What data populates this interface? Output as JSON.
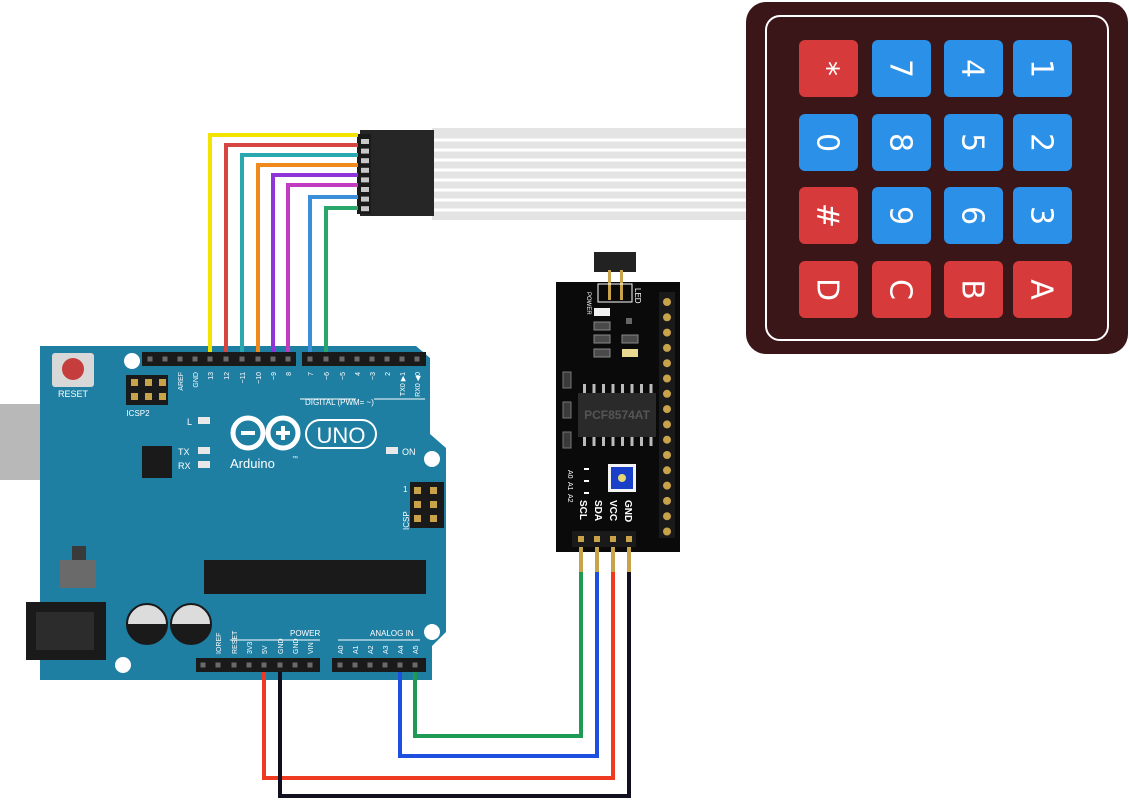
{
  "arduino": {
    "reset_label": "RESET",
    "icsp2_label": "ICSP2",
    "icsp_label": "ICSP",
    "icsp_pin1": "1",
    "l_label": "L",
    "tx_label": "TX",
    "rx_label": "RX",
    "on_label": "ON",
    "uno_label": "UNO",
    "brand_label": "Arduino",
    "tm_label": "™",
    "digital_label": "DIGITAL (PWM= ~)",
    "power_label": "POWER",
    "analog_label": "ANALOG IN",
    "digital_pins": [
      "AREF",
      "GND",
      "13",
      "12",
      "~11",
      "~10",
      "~9",
      "8",
      "7",
      "~6",
      "~5",
      "4",
      "~3",
      "2",
      "TX0 ▶1",
      "RX0 ◀0"
    ],
    "power_pins": [
      "IOREF",
      "RESET",
      "3V3",
      "5V",
      "GND",
      "GND",
      "VIN"
    ],
    "analog_pins": [
      "A0",
      "A1",
      "A2",
      "A3",
      "A4",
      "A5"
    ]
  },
  "i2c_module": {
    "chip_label": "PCF8574AT",
    "power_label": "POWER",
    "led_label": "LED",
    "addr_labels": [
      "A0",
      "A1",
      "A2"
    ],
    "pin_labels": [
      "SCL",
      "SDA",
      "VCC",
      "GND"
    ]
  },
  "keypad": {
    "rows": [
      [
        "*",
        "7",
        "4",
        "1"
      ],
      [
        "0",
        "8",
        "5",
        "2"
      ],
      [
        "#",
        "9",
        "6",
        "3"
      ],
      [
        "D",
        "C",
        "B",
        "A"
      ]
    ],
    "key_colors": [
      [
        "red",
        "blue",
        "blue",
        "blue"
      ],
      [
        "blue",
        "blue",
        "blue",
        "blue"
      ],
      [
        "red",
        "blue",
        "blue",
        "blue"
      ],
      [
        "red",
        "red",
        "red",
        "red"
      ]
    ],
    "colors": {
      "red": "#d63a3a",
      "blue": "#2a90e8"
    }
  },
  "wire_colors": {
    "yellow": "#f2e400",
    "red": "#d64541",
    "teal": "#2aa8b0",
    "orange": "#f08a1c",
    "purple": "#8e35d8",
    "magenta": "#c23cc2",
    "blue": "#3a8fd8",
    "green": "#2aa66a",
    "scl": "#1e9a55",
    "sda": "#1d4fe0",
    "vcc": "#ee3a20",
    "gnd": "#101020"
  }
}
